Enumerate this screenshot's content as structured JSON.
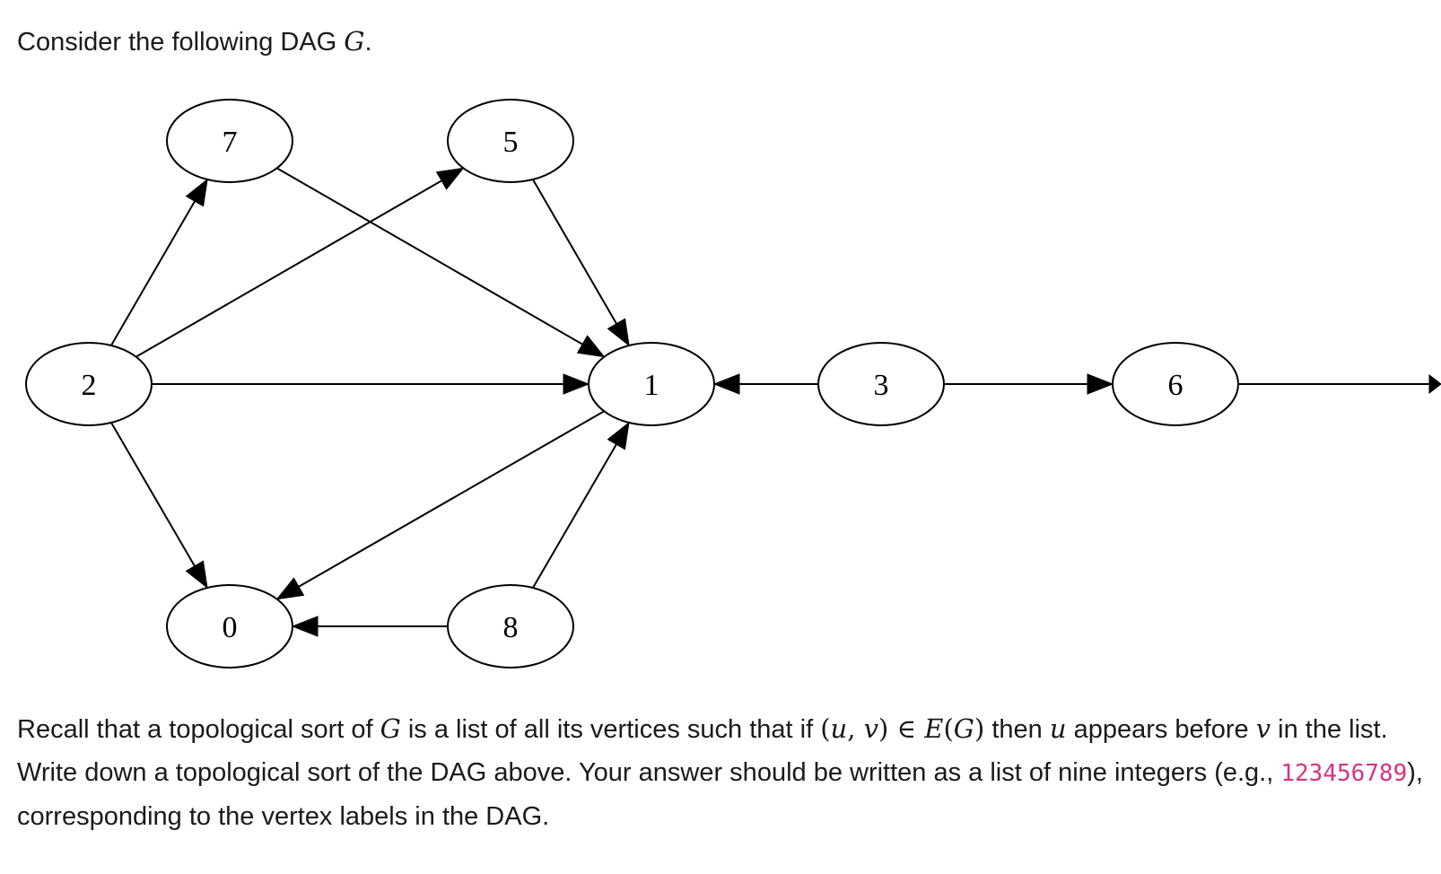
{
  "intro": {
    "text": "Consider the following DAG ",
    "graph_symbol": "G",
    "end": "."
  },
  "dag": {
    "nodes": [
      {
        "id": "7",
        "label": "7"
      },
      {
        "id": "5",
        "label": "5"
      },
      {
        "id": "2",
        "label": "2"
      },
      {
        "id": "1",
        "label": "1"
      },
      {
        "id": "3",
        "label": "3"
      },
      {
        "id": "6",
        "label": "6"
      },
      {
        "id": "0",
        "label": "0"
      },
      {
        "id": "8",
        "label": "8"
      }
    ],
    "edges": [
      {
        "from": "2",
        "to": "7"
      },
      {
        "from": "2",
        "to": "5"
      },
      {
        "from": "2",
        "to": "1"
      },
      {
        "from": "2",
        "to": "0"
      },
      {
        "from": "7",
        "to": "1"
      },
      {
        "from": "5",
        "to": "1"
      },
      {
        "from": "3",
        "to": "1"
      },
      {
        "from": "3",
        "to": "6"
      },
      {
        "from": "1",
        "to": "0"
      },
      {
        "from": "8",
        "to": "1"
      },
      {
        "from": "8",
        "to": "0"
      }
    ]
  },
  "question": {
    "part1": "Recall that a topological sort of ",
    "G1": "G",
    "part2": " is a list of all its vertices such that if ",
    "pair_open": "(",
    "u1": "u",
    "comma": ", ",
    "v1": "v",
    "pair_close": ")",
    "in_symbol": " ∈ ",
    "E": "E",
    "paren_open": "(",
    "G2": "G",
    "paren_close": ")",
    "part3": " then ",
    "u2": "u",
    "part4": " appears before ",
    "v2": "v",
    "part5": " in the list. Write down a topological sort of the DAG above. Your answer should be written as a list of nine integers (e.g., ",
    "example": "123456789",
    "part6": "), corresponding to the vertex labels in the DAG."
  }
}
